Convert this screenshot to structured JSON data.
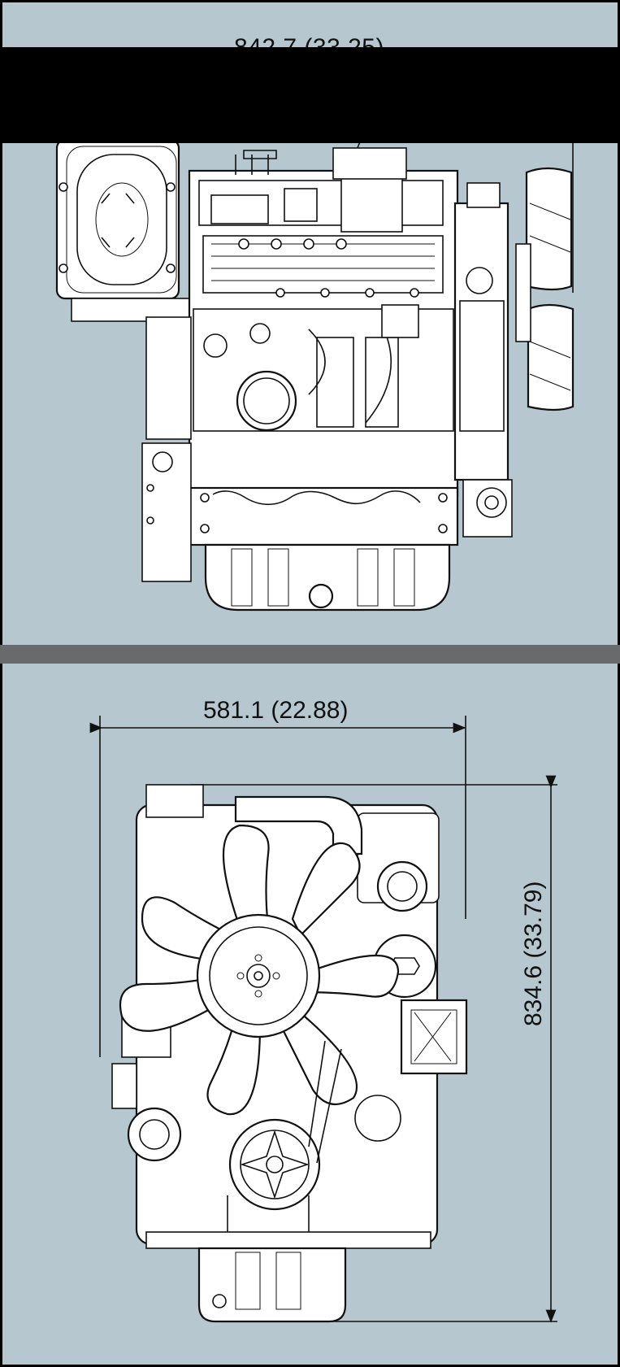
{
  "top_view": {
    "dimension_label": "842.7 (33.25)"
  },
  "front_view": {
    "width_label": "581.1 (22.88)",
    "height_label": "834.6 (33.79)"
  },
  "colors": {
    "panel": "#b6c7d0",
    "separator": "#686a6c",
    "frame": "#000000",
    "line": "#111111"
  }
}
